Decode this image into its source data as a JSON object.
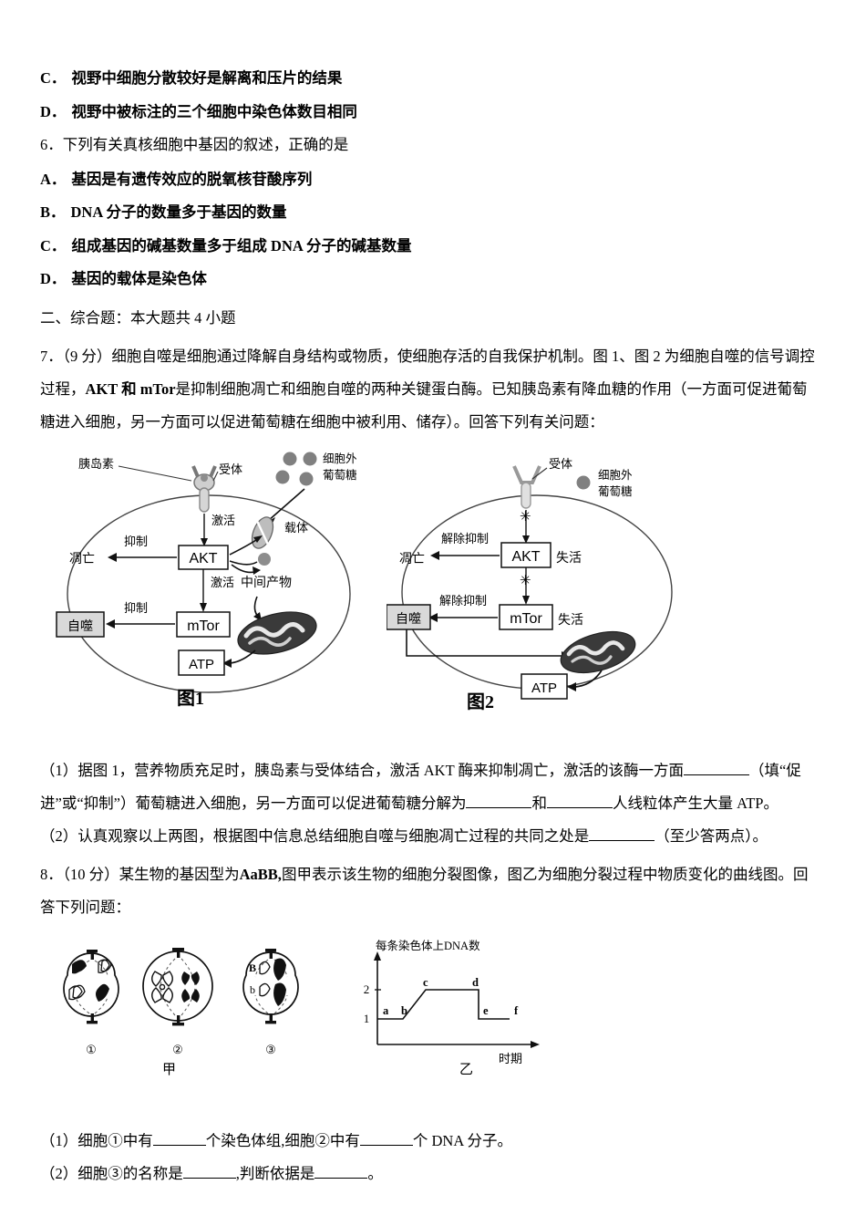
{
  "choices_q5": [
    {
      "label": "C．",
      "text": "视野中细胞分散较好是解离和压片的结果"
    },
    {
      "label": "D．",
      "text": "视野中被标注的三个细胞中染色体数目相同"
    }
  ],
  "question6": {
    "stem": "6．下列有关真核细胞中基因的叙述，正确的是",
    "options": [
      {
        "label": "A．",
        "text": "基因是有遗传效应的脱氧核苷酸序列"
      },
      {
        "label": "B．",
        "text": "DNA 分子的数量多于基因的数量"
      },
      {
        "label": "C．",
        "text": "组成基因的碱基数量多于组成 DNA 分子的碱基数量"
      },
      {
        "label": "D．",
        "text": "基因的载体是染色体"
      }
    ]
  },
  "section2": {
    "heading": "二、综合题：本大题共 4 小题"
  },
  "question7": {
    "stem_1": "7．（9 分）细胞自噬是细胞通过降解自身结构或物质，使细胞存活的自我保护机制。图 1、图 2 为细胞自噬的信号调控",
    "stem_2_a": "过程，",
    "stem_2_b": "AKT 和 mTor",
    "stem_2_c": "是抑制细胞凋亡和细胞自噬的两种关键蛋白酶。已知胰岛素有降血糖的作用（一方面可促进葡萄",
    "stem_3": "糖进入细胞，另一方面可以促进葡萄糖在细胞中被利用、储存）。回答下列有关问题：",
    "sub1_a": "（1）据图 1，营养物质充足时，胰岛素与受体结合，激活 AKT 酶来抑制凋亡，激活的该酶一方面",
    "sub1_b": "（填“促",
    "sub1_c": "进”或“抑制”）葡萄糖进入细胞，另一方面可以促进葡萄糖分解为",
    "sub1_d": "和",
    "sub1_e": "人线粒体产生大量 ATP。",
    "sub2_a": "（2）认真观察以上两图，根据图中信息总结细胞自噬与细胞凋亡过程的共同之处是",
    "sub2_b": "（至少答两点）。"
  },
  "figure1": {
    "caption": "图1",
    "labels": {
      "insulin": "胰岛素",
      "receptor": "受体",
      "extracellular_glucose_l1": "细胞外",
      "extracellular_glucose_l2": "葡萄糖",
      "activate_1": "激活",
      "inhibit_1": "抑制",
      "apoptosis": "凋亡",
      "akt": "AKT",
      "carrier": "载体",
      "activate_2": "激活",
      "intermediate": "中间产物",
      "inhibit_2": "抑制",
      "autophagy": "自噬",
      "mtor": "mTor",
      "atp": "ATP"
    }
  },
  "figure2": {
    "caption": "图2",
    "labels": {
      "receptor": "受体",
      "extracellular_glucose_l1": "细胞外",
      "extracellular_glucose_l2": "葡萄糖",
      "release_inhibit_1": "解除抑制",
      "apoptosis": "凋亡",
      "akt": "AKT",
      "inactive_1": "失活",
      "release_inhibit_2": "解除抑制",
      "autophagy": "自噬",
      "mtor": "mTor",
      "inactive_2": "失活",
      "atp": "ATP"
    }
  },
  "question8": {
    "stem_1_a": "8．（10 分）某生物的基因型为",
    "stem_1_b": "AaBB,",
    "stem_1_c": "图甲表示该生物的细胞分裂图像，图乙为细胞分裂过程中物质变化的曲线图。回",
    "stem_2": "答下列问题：",
    "sub1_a": "（1）细胞①中有",
    "sub1_b": "个染色体组,细胞②中有",
    "sub1_c": "个 DNA 分子。",
    "sub2_a": "（2）细胞③的名称是",
    "sub2_b": ",判断依据是",
    "sub2_c": "。"
  },
  "figure_jia": {
    "caption": "甲",
    "cells": [
      {
        "num": "①"
      },
      {
        "num": "②"
      },
      {
        "num": "③",
        "allele_upper": "B",
        "allele_lower": "b"
      }
    ]
  },
  "chart_data": {
    "type": "line",
    "title": "每条染色体上DNA数",
    "caption": "乙",
    "xlabel": "时期",
    "ylabel": "每条染色体上DNA数",
    "ytick_labels": [
      "1",
      "2"
    ],
    "ytick_values": [
      1,
      2
    ],
    "ylim": [
      0,
      2.6
    ],
    "grid": false,
    "legend": null,
    "point_labels": [
      "a",
      "b",
      "c",
      "d",
      "e",
      "f"
    ],
    "x": [
      0,
      1,
      2,
      3.2,
      4.6,
      4.6,
      5.2,
      7.2
    ],
    "y": [
      1,
      1,
      2,
      2,
      2,
      1,
      1,
      1
    ],
    "annotations": [
      {
        "label": "a",
        "x": 0.35,
        "y": 1
      },
      {
        "label": "b",
        "x": 1.0,
        "y": 1
      },
      {
        "label": "c",
        "x": 2.0,
        "y": 2
      },
      {
        "label": "d",
        "x": 4.6,
        "y": 2
      },
      {
        "label": "e",
        "x": 5.0,
        "y": 1
      },
      {
        "label": "f",
        "x": 6.7,
        "y": 1
      }
    ],
    "segments": [
      {
        "from": "a",
        "to": "b",
        "kind": "flat",
        "value": 1
      },
      {
        "from": "b",
        "to": "c",
        "kind": "rising",
        "from_value": 1,
        "to_value": 2
      },
      {
        "from": "c",
        "to": "d",
        "kind": "flat",
        "value": 2
      },
      {
        "from": "d",
        "to": "e",
        "kind": "drop",
        "from_value": 2,
        "to_value": 1
      },
      {
        "from": "e",
        "to": "f",
        "kind": "flat",
        "value": 1
      }
    ]
  }
}
